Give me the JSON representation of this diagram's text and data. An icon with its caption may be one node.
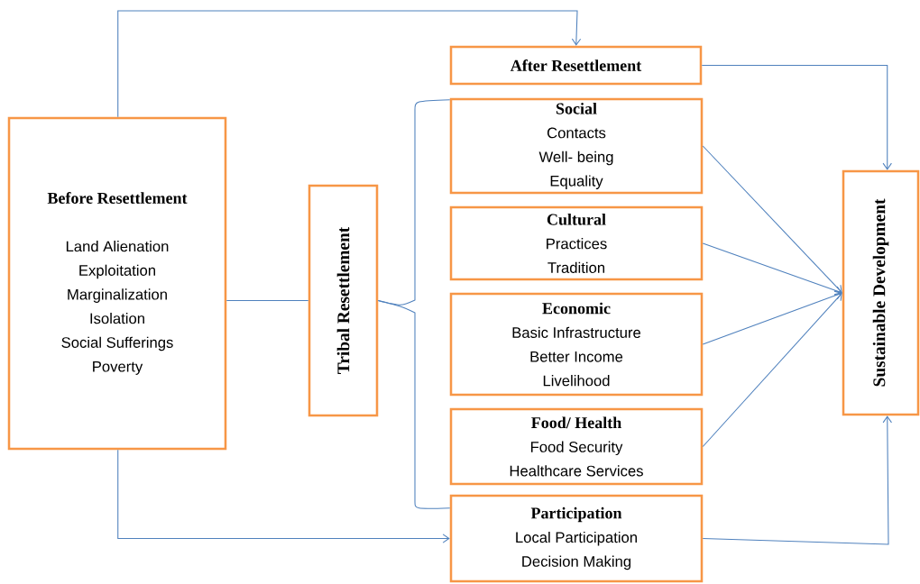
{
  "diagram": {
    "nodes": [
      {
        "text": [
          "Before Resettlement",
          "Land Alienation",
          "Exploitation",
          "Marginalization",
          "Isolation",
          "Social Sufferings",
          "Poverty"
        ]
      },
      {
        "text": [
          "Tribal Resettlement"
        ]
      },
      {
        "text": [
          "After Resettlement"
        ]
      },
      {
        "text": [
          "Social",
          "Contacts",
          "Well- being",
          "Equality"
        ]
      },
      {
        "text": [
          "Cultural",
          "Practices",
          "Tradition"
        ]
      },
      {
        "text": [
          "Economic",
          "Basic Infrastructure",
          "Better Income",
          "Livelihood"
        ]
      },
      {
        "text": [
          "Food/ Health",
          "Food Security",
          "Healthcare Services"
        ]
      },
      {
        "text": [
          "Participation",
          "Local Participation",
          "Decision Making"
        ]
      },
      {
        "text": [
          "Sustainable Development"
        ]
      }
    ],
    "edges": [
      {
        "from": 0,
        "to": 2,
        "arrow": "to"
      },
      {
        "from": 0,
        "to": 7,
        "arrow": "to"
      },
      {
        "from": 0,
        "to": 1,
        "arrow": "none"
      },
      {
        "from": 1,
        "to": 3,
        "arrow": "none"
      },
      {
        "from": 1,
        "to": 7,
        "arrow": "none"
      },
      {
        "from": 2,
        "to": 8,
        "arrow": "to"
      },
      {
        "from": 3,
        "to": 8,
        "arrow": "to"
      },
      {
        "from": 4,
        "to": 8,
        "arrow": "to"
      },
      {
        "from": 5,
        "to": 8,
        "arrow": "to"
      },
      {
        "from": 6,
        "to": 8,
        "arrow": "to"
      },
      {
        "from": 7,
        "to": 8,
        "arrow": "to"
      }
    ]
  }
}
